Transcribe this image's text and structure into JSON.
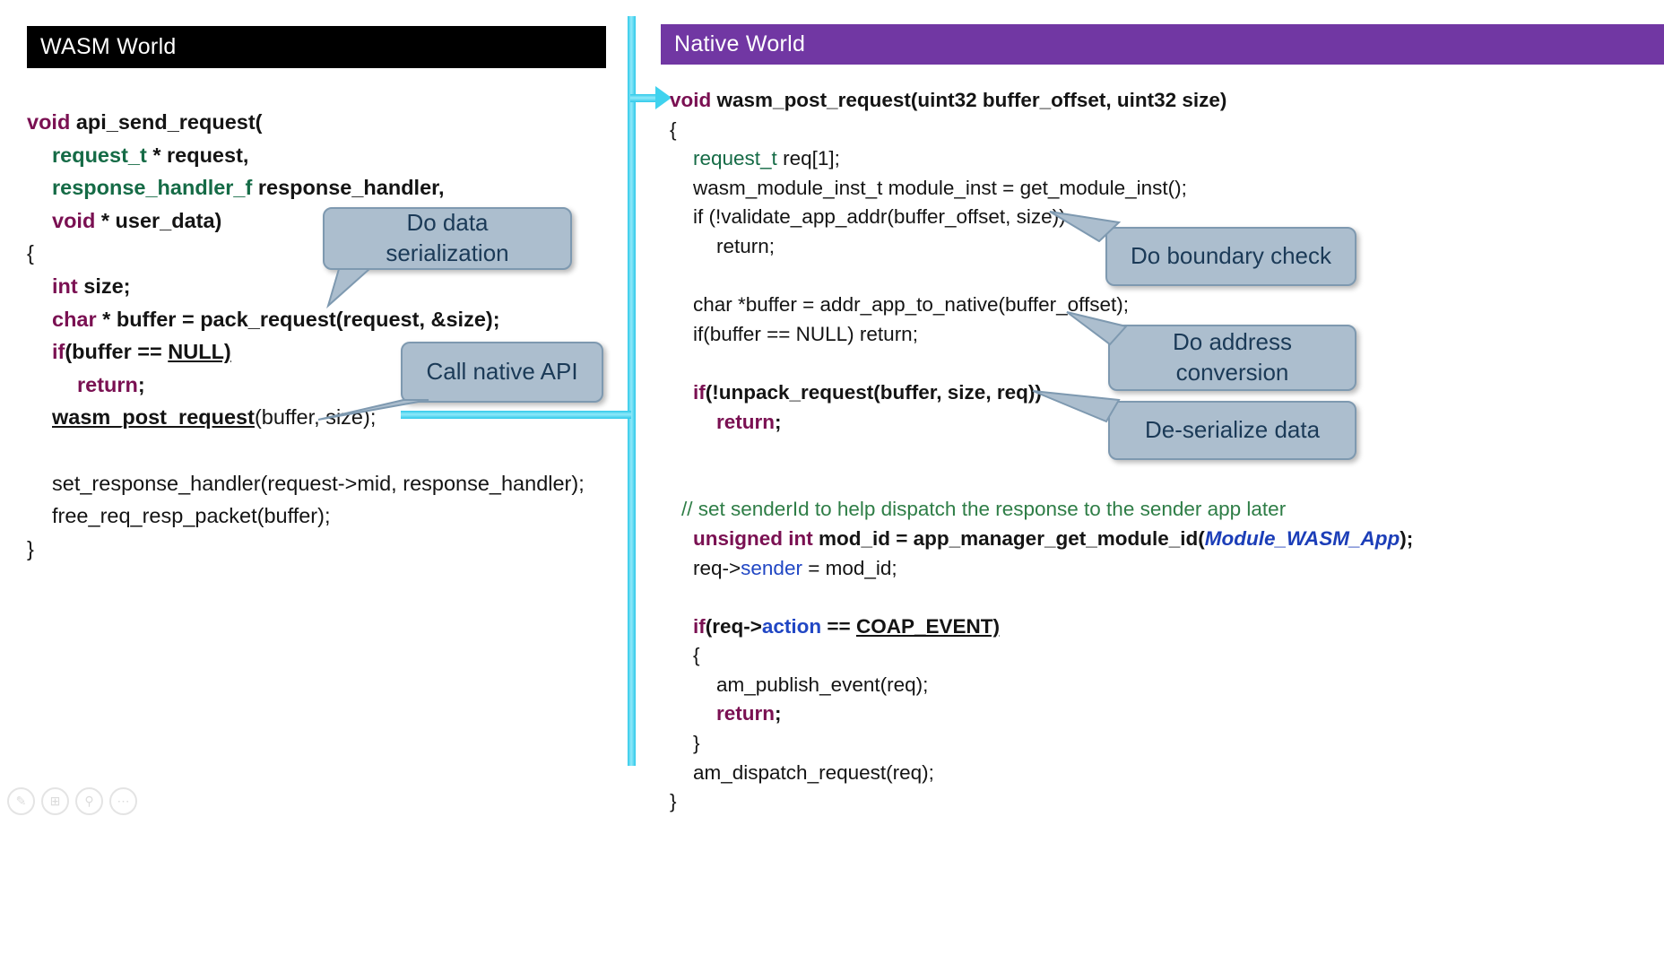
{
  "wasm": {
    "header": "WASM World",
    "lines": [
      {
        "i": 0,
        "s": [
          {
            "t": "void ",
            "c": "kw"
          },
          {
            "t": "api_send_request(",
            "c": "bold"
          }
        ]
      },
      {
        "i": 1,
        "s": [
          {
            "t": "request_t ",
            "c": "type"
          },
          {
            "t": "* request,",
            "c": "bold"
          }
        ]
      },
      {
        "i": 1,
        "s": [
          {
            "t": "response_handler_f ",
            "c": "type"
          },
          {
            "t": "response_handler,",
            "c": "bold"
          }
        ]
      },
      {
        "i": 1,
        "s": [
          {
            "t": "void ",
            "c": "kw"
          },
          {
            "t": "* user_data)",
            "c": "bold"
          }
        ]
      },
      {
        "i": 0,
        "s": [
          {
            "t": "{",
            "c": "plain"
          }
        ]
      },
      {
        "i": 1,
        "s": [
          {
            "t": "int ",
            "c": "kw"
          },
          {
            "t": "size;",
            "c": "bold"
          }
        ]
      },
      {
        "i": 1,
        "s": [
          {
            "t": "char ",
            "c": "kw"
          },
          {
            "t": "* buffer = pack_request(request, &size);",
            "c": "bold"
          }
        ]
      },
      {
        "i": 1,
        "s": [
          {
            "t": "if",
            "c": "kw"
          },
          {
            "t": "(buffer == ",
            "c": "bold"
          },
          {
            "t": "NULL)",
            "c": "boldu"
          }
        ]
      },
      {
        "i": 2,
        "s": [
          {
            "t": "return",
            "c": "kw"
          },
          {
            "t": ";",
            "c": "bold"
          }
        ]
      },
      {
        "i": 1,
        "s": [
          {
            "t": "wasm_post_request",
            "c": "boldu"
          },
          {
            "t": "(buffer, size);",
            "c": "plain"
          }
        ]
      },
      {
        "i": 0,
        "s": []
      },
      {
        "i": 1,
        "s": [
          {
            "t": "set_response_handler(request->mid, response_handler);",
            "c": "plain"
          }
        ]
      },
      {
        "i": 1,
        "s": [
          {
            "t": "free_req_resp_packet(buffer);",
            "c": "plain"
          }
        ]
      },
      {
        "i": 0,
        "s": [
          {
            "t": "}",
            "c": "plain"
          }
        ]
      }
    ]
  },
  "native": {
    "header": "Native World",
    "lines": [
      {
        "i": 0,
        "s": [
          {
            "t": "void ",
            "c": "kw"
          },
          {
            "t": "wasm_post_request(uint32 buffer_offset, uint32 size)",
            "c": "bold"
          }
        ]
      },
      {
        "i": 0,
        "s": [
          {
            "t": "{",
            "c": "plain"
          }
        ]
      },
      {
        "i": 1,
        "s": [
          {
            "t": "request_t ",
            "c": "typen"
          },
          {
            "t": "req[1];",
            "c": "plain"
          }
        ]
      },
      {
        "i": 1,
        "s": [
          {
            "t": "wasm_module_inst_t module_inst = get_module_inst();",
            "c": "plain"
          }
        ]
      },
      {
        "i": 1,
        "s": [
          {
            "t": "if (!validate_app_addr(buffer_offset, size))",
            "c": "plain"
          }
        ]
      },
      {
        "i": 2,
        "s": [
          {
            "t": "return;",
            "c": "plain"
          }
        ]
      },
      {
        "i": 0,
        "s": []
      },
      {
        "i": 1,
        "s": [
          {
            "t": "char *buffer = addr_app_to_native(buffer_offset);",
            "c": "plain"
          }
        ]
      },
      {
        "i": 1,
        "s": [
          {
            "t": "if(buffer == NULL) return;",
            "c": "plain"
          }
        ]
      },
      {
        "i": 0,
        "s": []
      },
      {
        "i": 1,
        "s": [
          {
            "t": "if",
            "c": "kw"
          },
          {
            "t": "(!unpack_request(buffer, size, req))",
            "c": "bold"
          }
        ]
      },
      {
        "i": 2,
        "s": [
          {
            "t": "return",
            "c": "kw"
          },
          {
            "t": ";",
            "c": "bold"
          }
        ]
      },
      {
        "i": 0,
        "s": []
      },
      {
        "i": 0,
        "s": []
      },
      {
        "i": 0.5,
        "s": [
          {
            "t": "// set senderId to help dispatch the response to the sender app later",
            "c": "comment"
          }
        ]
      },
      {
        "i": 1,
        "s": [
          {
            "t": "unsigned int ",
            "c": "kw"
          },
          {
            "t": "mod_id = app_manager_get_module_id(",
            "c": "bold"
          },
          {
            "t": "Module_WASM_App",
            "c": "bluebi"
          },
          {
            "t": ");",
            "c": "bold"
          }
        ]
      },
      {
        "i": 1,
        "s": [
          {
            "t": "req->",
            "c": "plain"
          },
          {
            "t": "sender",
            "c": "blue"
          },
          {
            "t": " = mod_id;",
            "c": "plain"
          }
        ]
      },
      {
        "i": 0,
        "s": []
      },
      {
        "i": 1,
        "s": [
          {
            "t": "if",
            "c": "kw"
          },
          {
            "t": "(req->",
            "c": "bold"
          },
          {
            "t": "action",
            "c": "blueb"
          },
          {
            "t": " == ",
            "c": "bold"
          },
          {
            "t": "COAP_EVENT)",
            "c": "boldu"
          }
        ]
      },
      {
        "i": 1,
        "s": [
          {
            "t": "{",
            "c": "plain"
          }
        ]
      },
      {
        "i": 2,
        "s": [
          {
            "t": "am_publish_event(req);",
            "c": "plain"
          }
        ]
      },
      {
        "i": 2,
        "s": [
          {
            "t": "return",
            "c": "kw"
          },
          {
            "t": ";",
            "c": "bold"
          }
        ]
      },
      {
        "i": 1,
        "s": [
          {
            "t": "}",
            "c": "plain"
          }
        ]
      },
      {
        "i": 1,
        "s": [
          {
            "t": "am_dispatch_request(req);",
            "c": "plain"
          }
        ]
      },
      {
        "i": 0,
        "s": [
          {
            "t": "}",
            "c": "plain"
          }
        ]
      }
    ]
  },
  "callouts": {
    "serialization": "Do data serialization",
    "call_native": "Call native API",
    "boundary": "Do boundary check",
    "address": "Do address conversion",
    "deserialize": "De-serialize data"
  },
  "toolbar": {
    "icons": [
      {
        "name": "pen-icon",
        "glyph": "✎"
      },
      {
        "name": "slides-grid-icon",
        "glyph": "⊞"
      },
      {
        "name": "zoom-icon",
        "glyph": "⚲"
      },
      {
        "name": "more-icon",
        "glyph": "⋯"
      }
    ]
  },
  "colors": {
    "wasm_header_bg": "#000000",
    "native_header_bg": "#7137A3",
    "header_text": "#FFFFFF",
    "callout_fill": "#ACBECE",
    "callout_border": "#7E99B0",
    "callout_text": "#1B3A57",
    "connector_cyan": "#3FD2EE",
    "keyword": "#7A1052",
    "type_green": "#156B46",
    "comment_green": "#2E7D46",
    "identifier_blue": "#2147C4"
  }
}
